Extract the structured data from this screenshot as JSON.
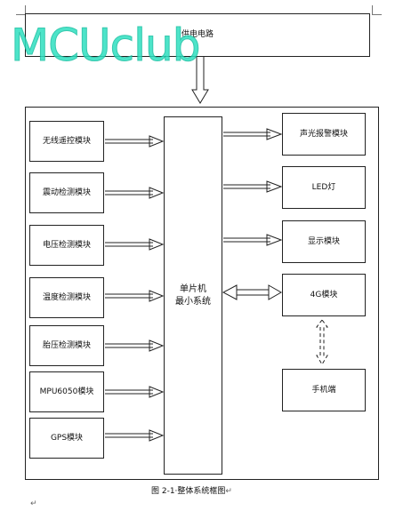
{
  "power_box": {
    "label": "供电电路"
  },
  "watermark": {
    "text": "MCUclub"
  },
  "mcu": {
    "line1": "单片机",
    "line2": "最小系统"
  },
  "left_modules": [
    {
      "label": "无线遥控模块"
    },
    {
      "label": "震动检测模块"
    },
    {
      "label": "电压检测模块"
    },
    {
      "label": "温度检测模块"
    },
    {
      "label": "胎压检测模块"
    },
    {
      "label": "MPU6050模块"
    },
    {
      "label": "GPS模块"
    }
  ],
  "right_modules": [
    {
      "label": "声光报警模块"
    },
    {
      "label": "LED灯"
    },
    {
      "label": "显示模块"
    },
    {
      "label": "4G模块"
    },
    {
      "label": "手机端"
    }
  ],
  "caption": "图 2-1·整体系统框图",
  "return_mark": "↵",
  "colors": {
    "line": "#222222",
    "watermark": "#2ee0c0"
  }
}
